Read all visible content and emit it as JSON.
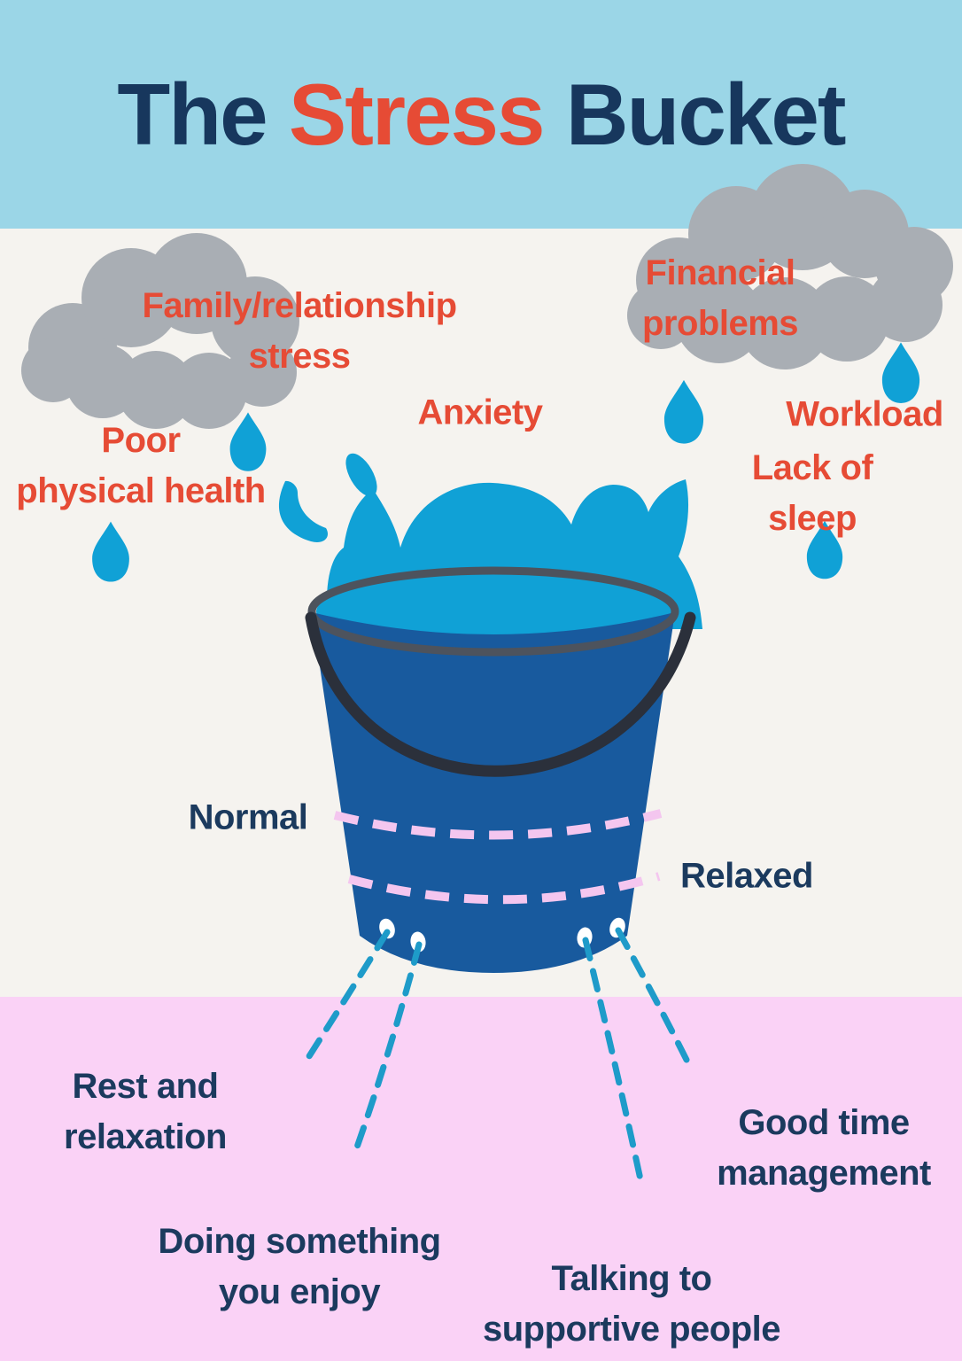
{
  "title": {
    "word1": "The",
    "word2": "Stress",
    "word3": "Bucket"
  },
  "stressors": {
    "family": "Family/relationship\nstress",
    "financial": "Financial problems",
    "anxiety": "Anxiety",
    "workload": "Workload",
    "poor_health": "Poor\nphysical health",
    "lack_sleep": "Lack of sleep"
  },
  "bucket_levels": {
    "normal": "Normal",
    "relaxed": "Relaxed"
  },
  "coping_strategies": {
    "rest": "Rest and\nrelaxation",
    "doing": "Doing something\nyou enjoy",
    "talking": "Talking to\nsupportive people",
    "time": "Good time\nmanagement"
  },
  "palette": {
    "header_band": "#9bd6e7",
    "middle_band": "#f5f3ef",
    "footer_band": "#fad2f6",
    "accent_red": "#e64b35",
    "navy_text": "#1b3a5e",
    "cloud_gray": "#a9aeb4",
    "water_blue": "#10a1d6",
    "bucket_blue": "#185a9e",
    "bucket_rim": "#4d535d",
    "handle_dark": "#2b303b",
    "level_dash_pink": "#f4c6ef",
    "leak_dash_teal": "#1e9bc9"
  }
}
